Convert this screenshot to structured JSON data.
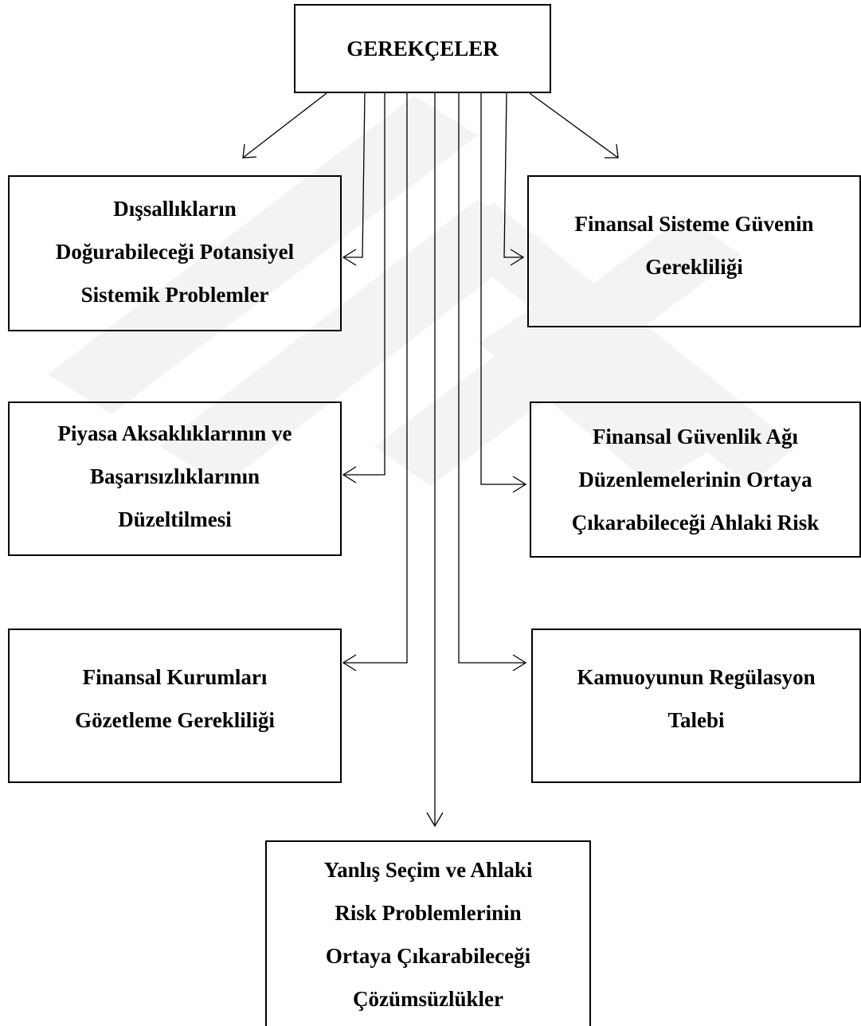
{
  "diagram": {
    "root": {
      "label": "GEREKÇELER"
    },
    "left": [
      {
        "label": "Dışsallıkların\nDoğurabileceği Potansiyel\nSistemik Problemler"
      },
      {
        "label": "Piyasa Aksaklıklarının ve\nBaşarısızlıklarının\nDüzeltilmesi"
      },
      {
        "label": "Finansal Kurumları\nGözetleme Gerekliliği"
      }
    ],
    "right": [
      {
        "label": "Finansal Sisteme Güvenin\nGerekliliği"
      },
      {
        "label": "Finansal Güvenlik Ağı\nDüzenlemelerinin Ortaya\nÇıkarabileceği Ahlaki Risk"
      },
      {
        "label": "Kamuoyunun Regülasyon\nTalebi"
      }
    ],
    "bottom": {
      "label": "Yanlış Seçim ve Ahlaki\nRisk Problemlerinin\nOrtaya Çıkarabileceği\nÇözümsüzlükler"
    }
  }
}
